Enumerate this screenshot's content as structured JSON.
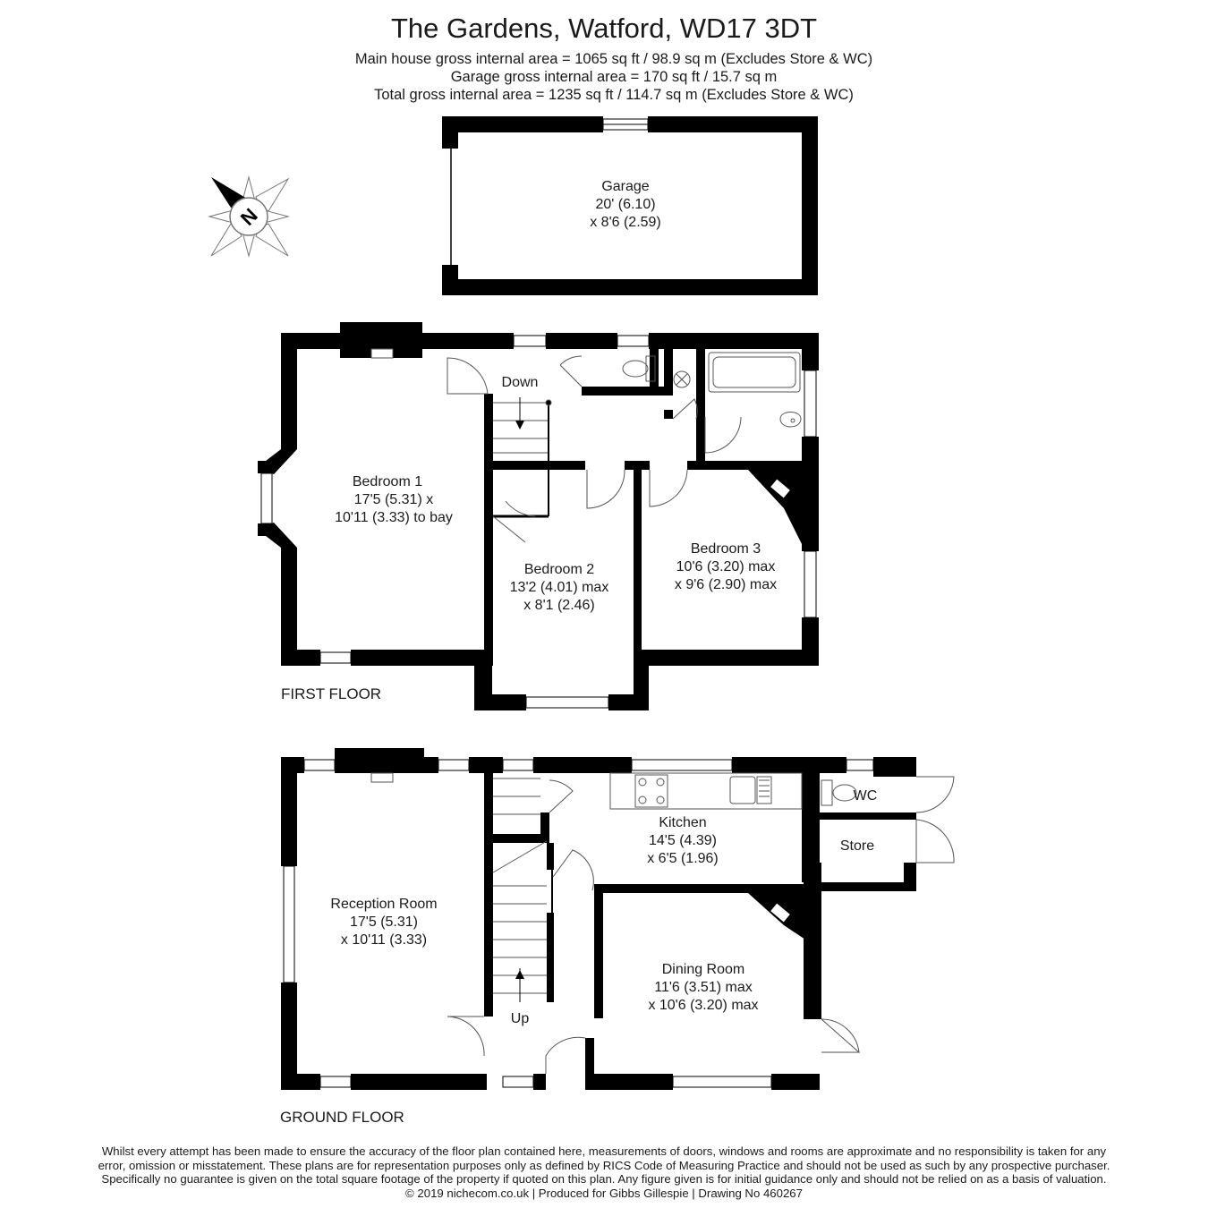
{
  "header": {
    "title": "The Gardens, Watford, WD17 3DT",
    "area_lines": [
      "Main house gross internal area =  1065 sq ft / 98.9 sq m (Excludes Store & WC)",
      "Garage gross internal area = 170 sq ft / 15.7 sq m",
      "Total gross internal area =  1235 sq ft / 114.7 sq m (Excludes Store & WC)"
    ]
  },
  "compass": {
    "label": "N",
    "icon": "compass-icon"
  },
  "garage": {
    "name": "Garage",
    "dim1": "20' (6.10)",
    "dim2": "x 8'6 (2.59)"
  },
  "first_floor": {
    "label": "FIRST FLOOR",
    "stairs_label": "Down",
    "bedroom1": {
      "name": "Bedroom 1",
      "dim1": "17'5 (5.31) x",
      "dim2": "10'11 (3.33) to bay"
    },
    "bedroom2": {
      "name": "Bedroom 2",
      "dim1": "13'2 (4.01) max",
      "dim2": "x 8'1 (2.46)"
    },
    "bedroom3": {
      "name": "Bedroom 3",
      "dim1": "10'6 (3.20) max",
      "dim2": "x 9'6 (2.90) max"
    }
  },
  "ground_floor": {
    "label": "GROUND FLOOR",
    "stairs_label": "Up",
    "reception": {
      "name": "Reception Room",
      "dim1": "17'5 (5.31)",
      "dim2": "x 10'11 (3.33)"
    },
    "kitchen": {
      "name": "Kitchen",
      "dim1": "14'5 (4.39)",
      "dim2": "x 6'5 (1.96)"
    },
    "dining": {
      "name": "Dining Room",
      "dim1": "11'6 (3.51) max",
      "dim2": "x 10'6 (3.20) max"
    },
    "wc": "WC",
    "store": "Store"
  },
  "footer": {
    "lines": [
      "Whilst every attempt has been made to ensure the accuracy of the floor plan contained here, measurements of doors, windows and rooms are approximate and no responsibility is taken for any",
      "error, omission or misstatement. These plans are for representation purposes only as defined by RICS Code of Measuring Practice and should not be used as such by any prospective purchaser.",
      "Specifically no guarantee is given on the total square footage of the property if quoted on this plan. Any figure given is for initial guidance only and should not be relied on as a basis of valuation.",
      "© 2019 nichecom.co.uk  |  Produced for Gibbs Gillespie  |  Drawing No 460267"
    ]
  },
  "colors": {
    "wall": "#000000",
    "fixture_line": "#555555",
    "text": "#1a1a1a"
  }
}
